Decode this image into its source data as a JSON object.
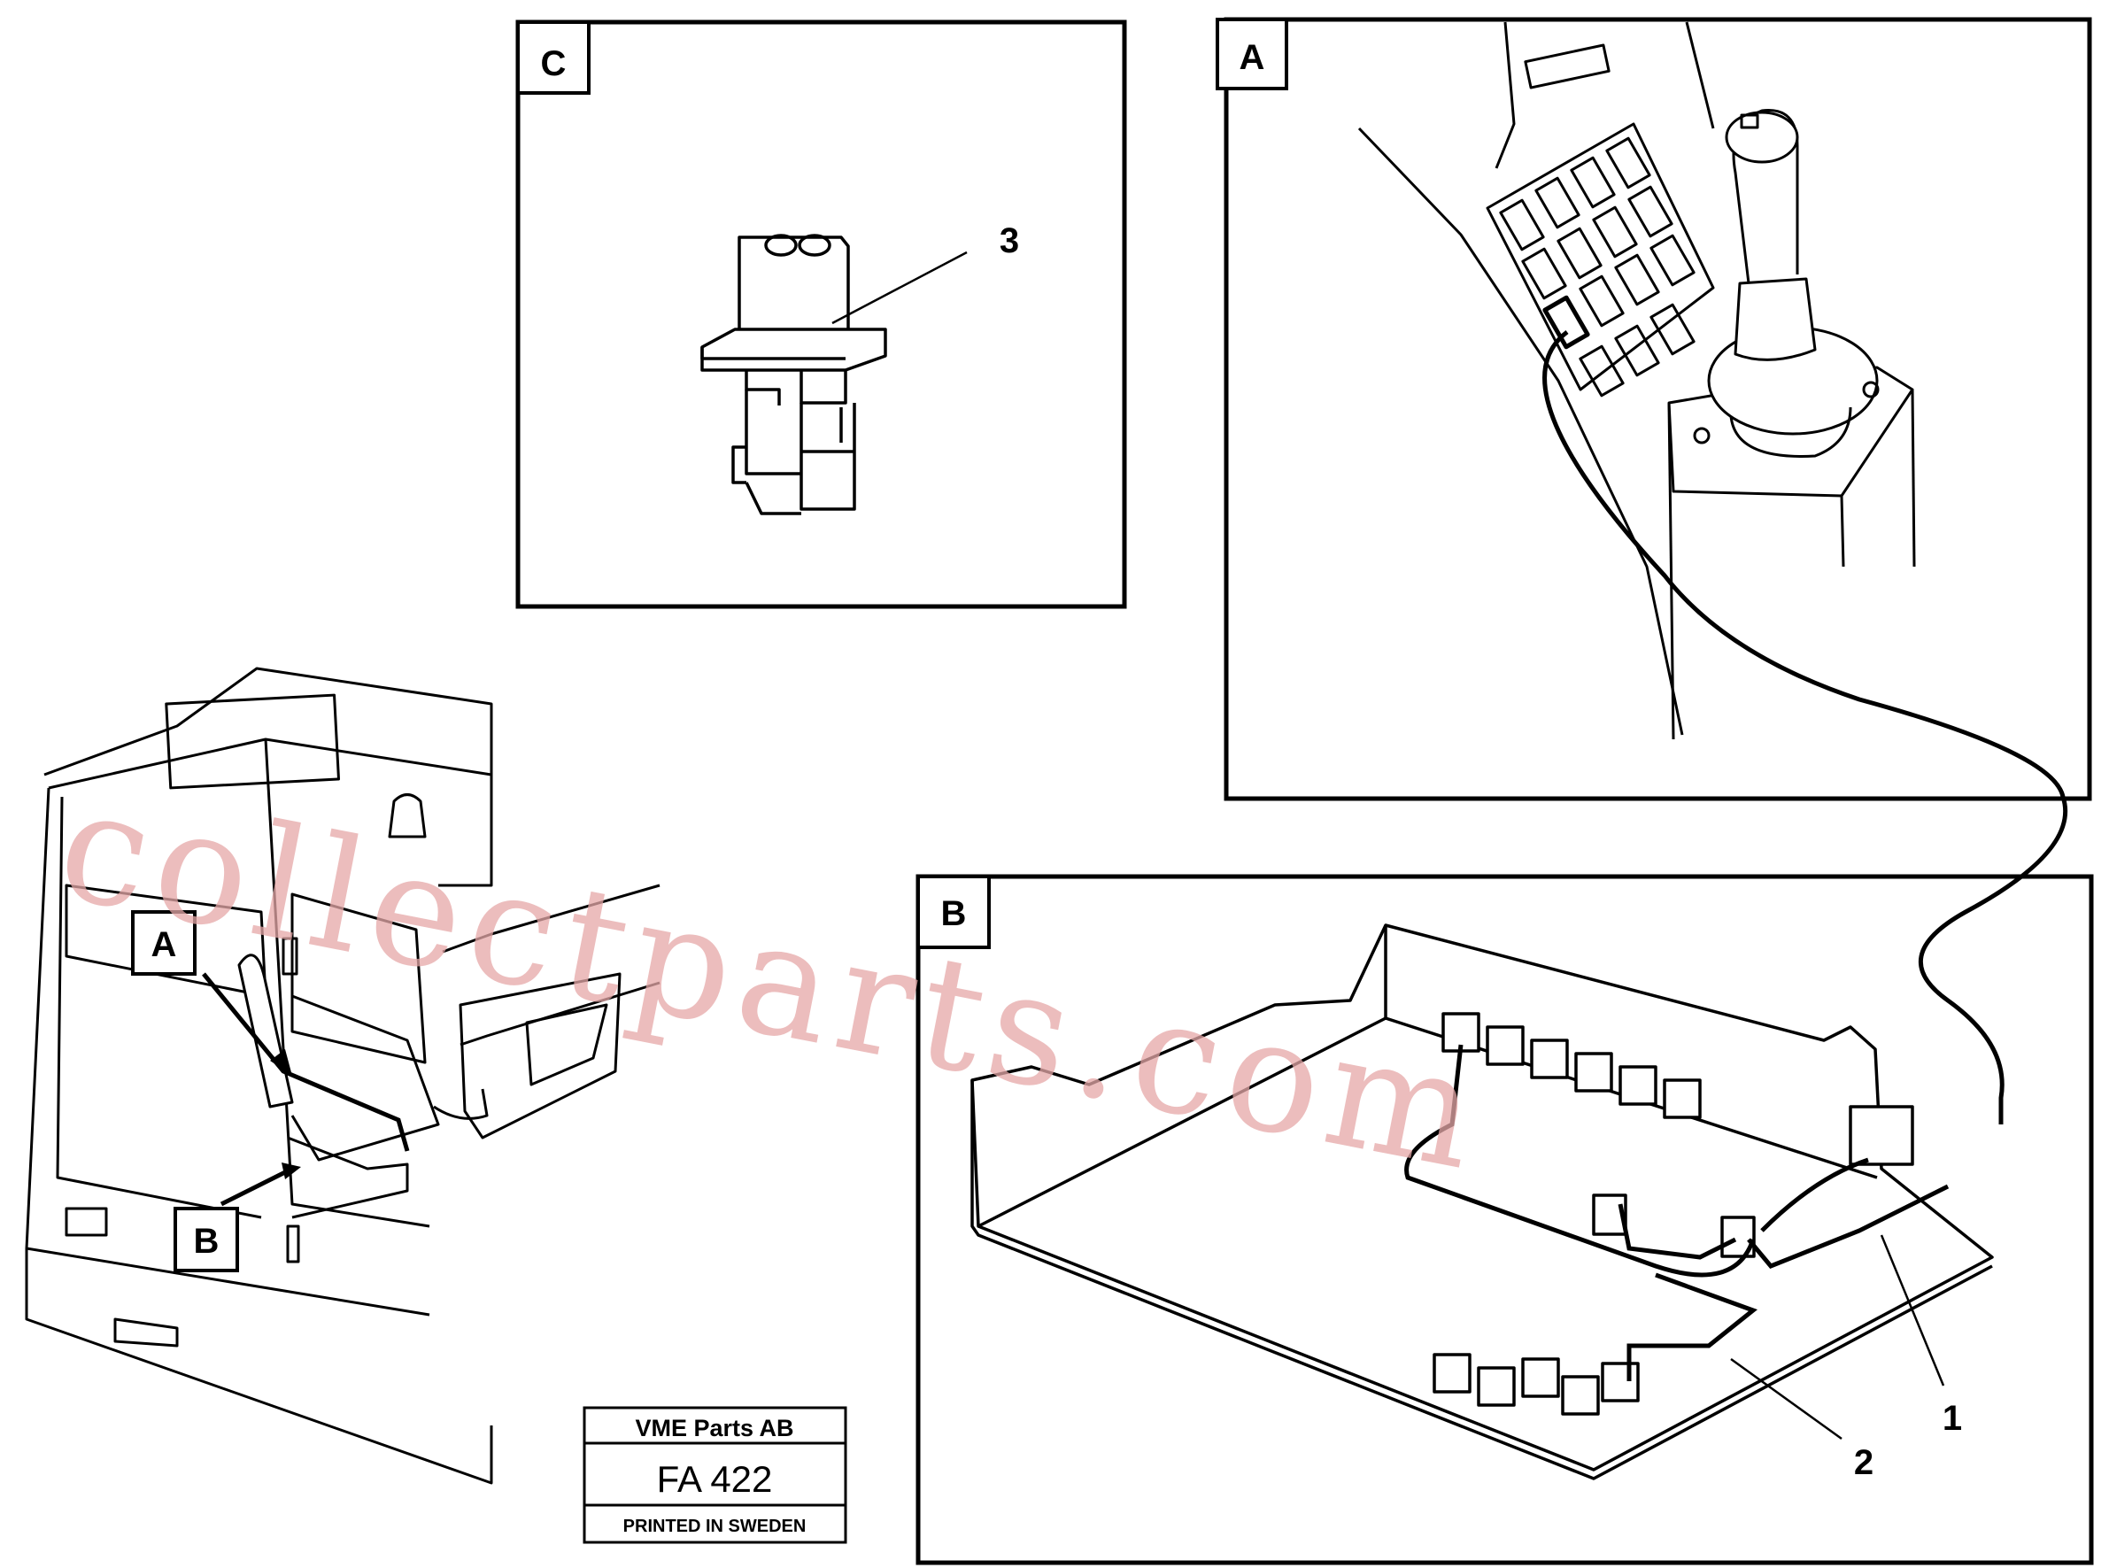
{
  "panels": {
    "a": "A",
    "b": "B",
    "c": "C"
  },
  "overview_tags": {
    "a": "A",
    "b": "B"
  },
  "callouts": {
    "one": "1",
    "two": "2",
    "three": "3"
  },
  "title_block": {
    "company": "VME Parts AB",
    "code": "FA 422",
    "printed": "PRINTED IN SWEDEN"
  },
  "watermark": "collectparts.com",
  "colors": {
    "line": "#000000",
    "watermark": "#e6a8a8"
  }
}
